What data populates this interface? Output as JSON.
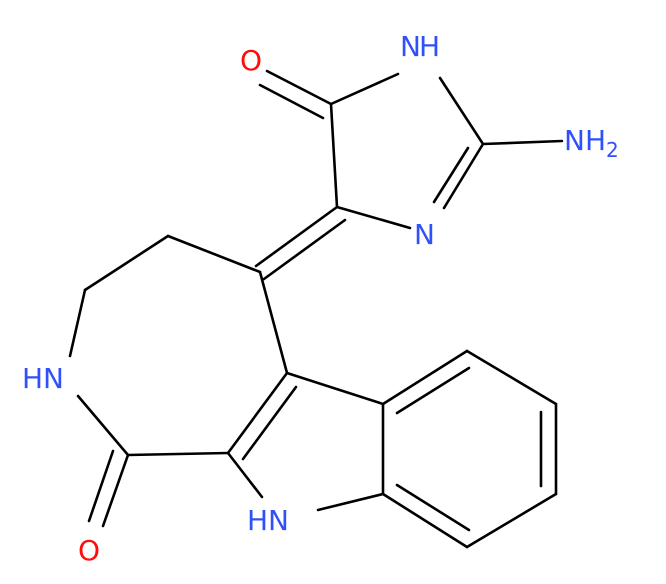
{
  "colors": {
    "bond": "#000000",
    "oxygen": "#ff0d0d",
    "nitrogen": "#3050f8",
    "background": "#ffffff"
  },
  "atoms": {
    "o_top": {
      "text": "O",
      "element": "oxygen"
    },
    "nh_top": {
      "text": "H",
      "prefix": "N",
      "element": "nitrogen"
    },
    "nh2": {
      "text": "NH",
      "sub": "2",
      "element": "nitrogen"
    },
    "n_ring": {
      "text": "N",
      "element": "nitrogen"
    },
    "hn_left": {
      "text": "HN",
      "element": "nitrogen"
    },
    "hn_bottom": {
      "text": "HN",
      "element": "nitrogen"
    },
    "o_bottom": {
      "text": "O",
      "element": "oxygen"
    }
  }
}
